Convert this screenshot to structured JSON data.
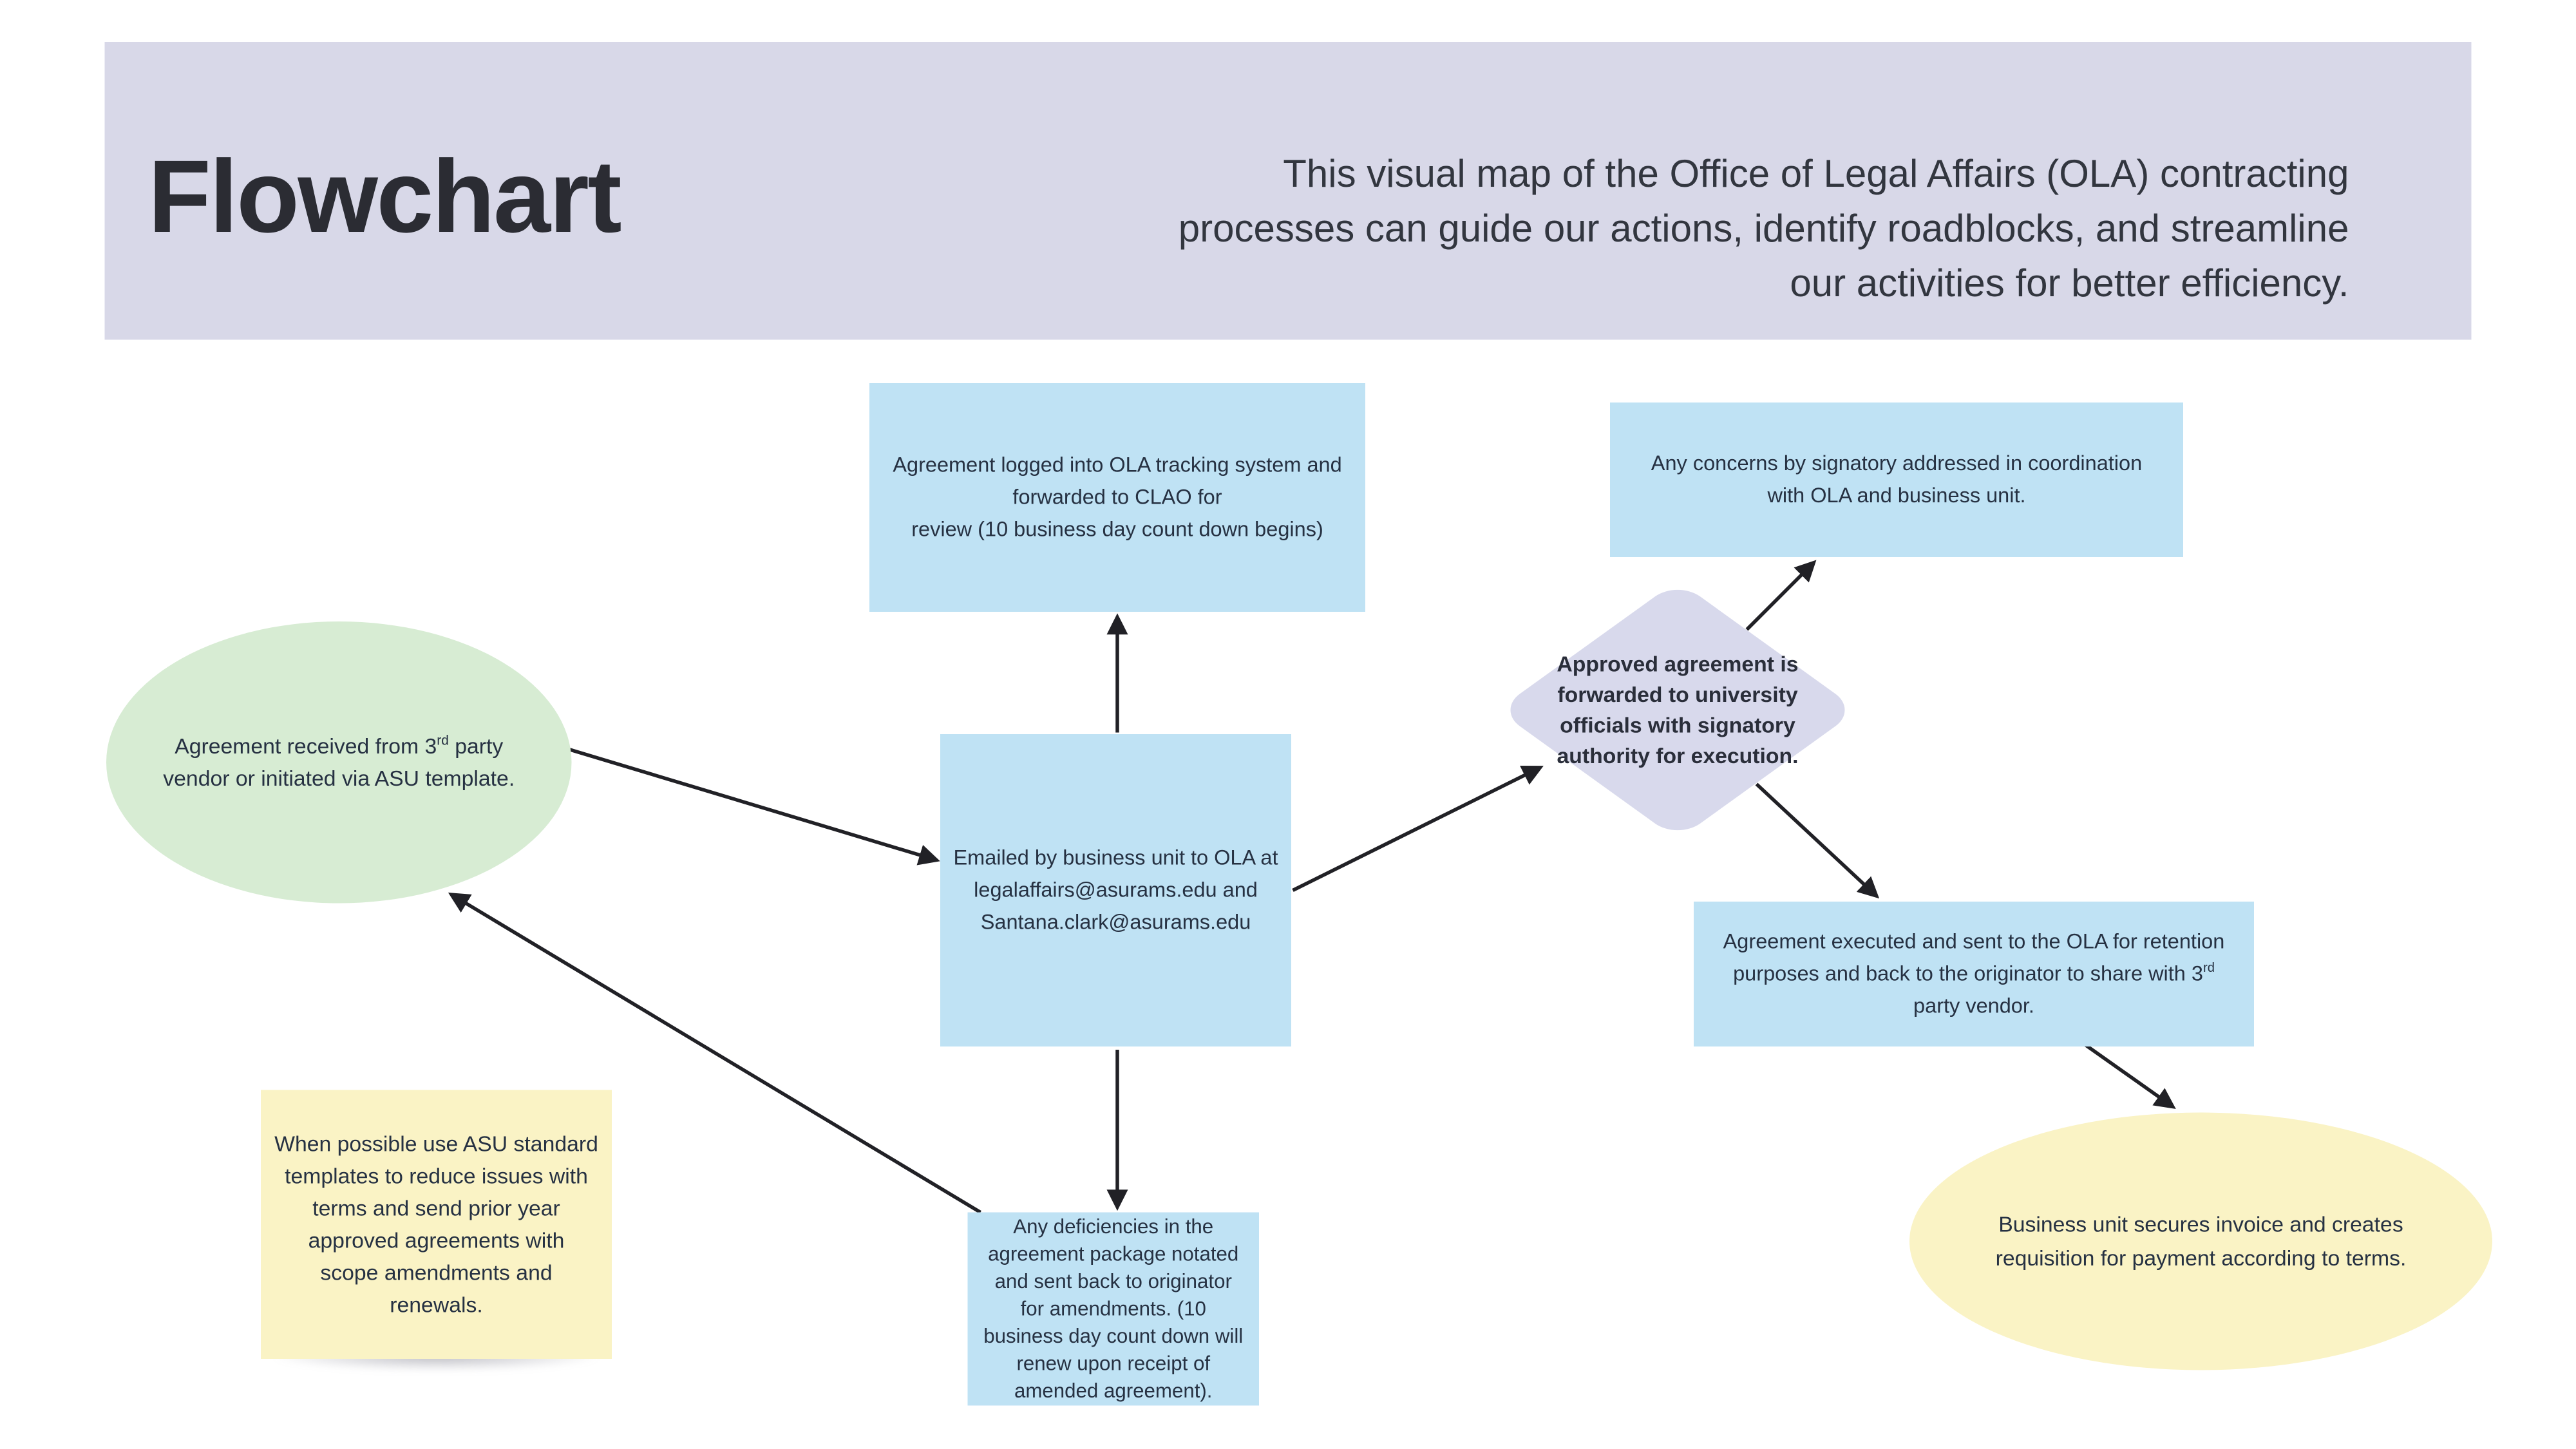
{
  "header": {
    "title": "Flowchart",
    "description_lines": [
      "This visual map of the Office of Legal Affairs (OLA) contracting",
      "processes can guide our actions, identify roadblocks, and streamline",
      "our activities for better efficiency."
    ]
  },
  "nodes": {
    "start_ellipse": {
      "shape": "ellipse",
      "lines": [
        [
          {
            "t": "Agreement received from 3"
          },
          {
            "t": "rd",
            "sup": true
          },
          {
            "t": " party"
          }
        ],
        "vendor or initiated via ASU template."
      ]
    },
    "log_box": {
      "shape": "rectangle",
      "lines": [
        "Agreement logged into OLA tracking system and",
        "forwarded to CLAO for",
        "review (10 business day count down begins)"
      ]
    },
    "concerns_box": {
      "shape": "rectangle",
      "lines": [
        "Any concerns by signatory addressed in coordination",
        "with OLA and business unit."
      ]
    },
    "decision_diamond": {
      "shape": "diamond",
      "lines": [
        "Approved agreement is",
        "forwarded to university",
        "officials with signatory",
        "authority for execution."
      ]
    },
    "email_box": {
      "shape": "rectangle",
      "lines": [
        "Emailed by business unit to OLA at",
        "legalaffairs@asurams.edu and",
        "Santana.clark@asurams.edu"
      ]
    },
    "executed_box": {
      "shape": "rectangle",
      "lines": [
        "Agreement executed and sent to the OLA for retention",
        [
          {
            "t": "purposes and back to the originator to share with 3"
          },
          {
            "t": "rd",
            "sup": true
          }
        ],
        "party vendor."
      ]
    },
    "sticky_note": {
      "shape": "sticky-note",
      "lines": [
        "When possible use ASU standard",
        "templates to reduce issues with",
        "terms and send prior year",
        "approved agreements with",
        "scope amendments and",
        "renewals."
      ]
    },
    "deficiency_box": {
      "shape": "rectangle",
      "lines": [
        "Any deficiencies in the",
        "agreement package notated",
        "and sent back to originator",
        "for amendments. (10",
        "business day count down will",
        "renew upon receipt of",
        "amended agreement)."
      ]
    },
    "invoice_ellipse": {
      "shape": "ellipse",
      "lines": [
        "Business unit secures invoice and creates",
        "requisition for payment according to terms."
      ]
    }
  },
  "connectors": [
    {
      "from": "start_ellipse",
      "to": "email_box"
    },
    {
      "from": "deficiency_box",
      "to": "start_ellipse"
    },
    {
      "from": "email_box",
      "to": "log_box"
    },
    {
      "from": "email_box",
      "to": "deficiency_box"
    },
    {
      "from": "email_box",
      "to": "decision_diamond"
    },
    {
      "from": "decision_diamond",
      "to": "concerns_box"
    },
    {
      "from": "decision_diamond",
      "to": "executed_box"
    },
    {
      "from": "executed_box",
      "to": "invoice_ellipse"
    }
  ],
  "colors": {
    "band": "#d8d8e8",
    "node_blue": "#bfe2f4",
    "node_green": "#d7ecd3",
    "node_lavender": "#d8d9ec",
    "node_yellow": "#faf3c5",
    "title_text": "#2b2c33",
    "body_text": "#32363f",
    "node_text": "#263142",
    "diamond_text": "#2a2e3a",
    "arrow": "#212126"
  }
}
